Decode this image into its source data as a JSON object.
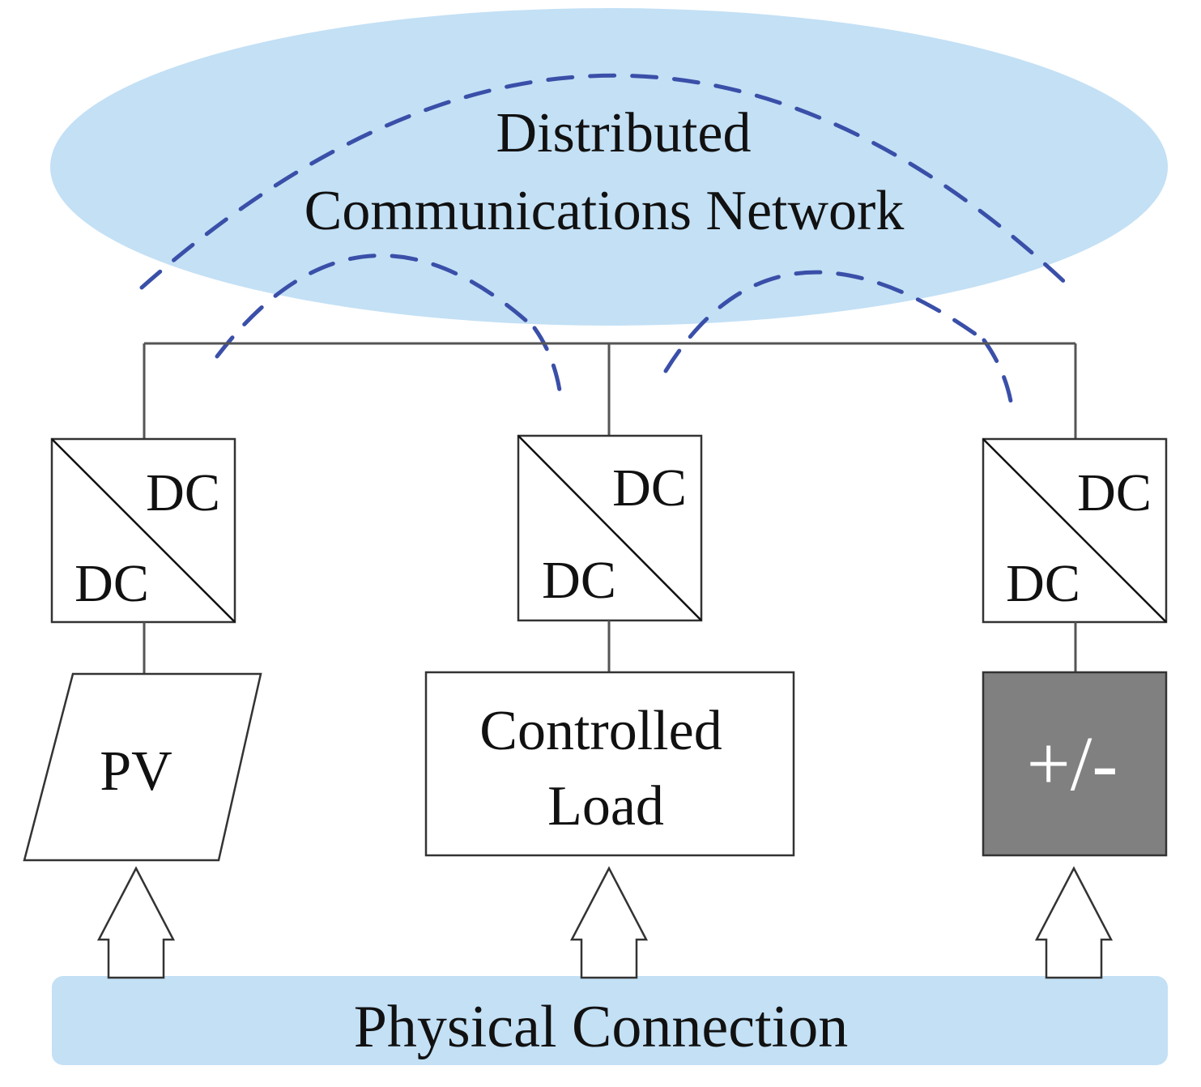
{
  "network": {
    "label_line1": "Distributed",
    "label_line2": "Communications Network"
  },
  "converters": [
    {
      "id": "pv",
      "top_label": "DC",
      "bottom_label": "DC"
    },
    {
      "id": "load",
      "top_label": "DC",
      "bottom_label": "DC"
    },
    {
      "id": "storage",
      "top_label": "DC",
      "bottom_label": "DC"
    }
  ],
  "devices": {
    "pv": {
      "label": "PV"
    },
    "load": {
      "label_line1": "Controlled",
      "label_line2": "Load"
    },
    "storage": {
      "label": "+/-"
    }
  },
  "physical": {
    "label": "Physical Connection"
  },
  "colors": {
    "network_fill": "#c3e0f5",
    "comm_link": "#3a4fa8",
    "physical_fill": "#c3e0f5",
    "storage_fill": "#808080"
  }
}
